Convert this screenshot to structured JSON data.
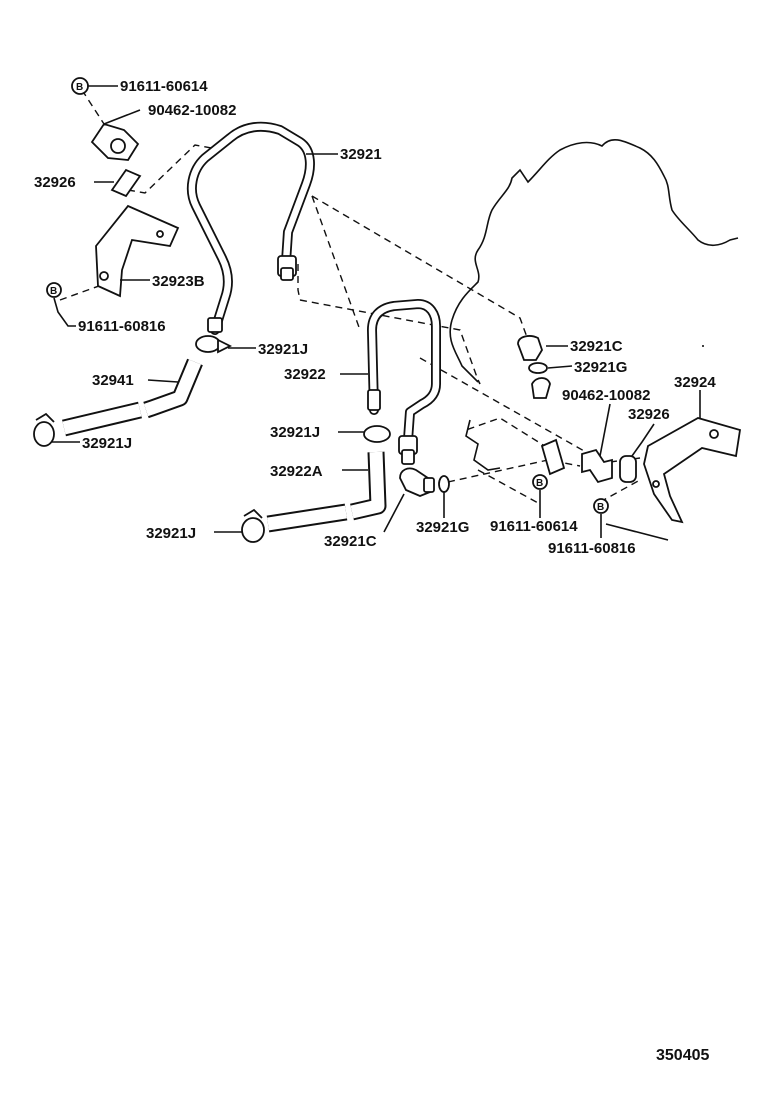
{
  "figure_code": "350405",
  "labels": {
    "bolt_top": "91611-60614",
    "clamp_top": "90462-10082",
    "pipe_main": "32921",
    "sleeve_left": "32926",
    "bracket_b": "32923B",
    "bolt_left": "91611-60816",
    "clamp_j_upper": "32921J",
    "hose_32941": "32941",
    "pipe_32922": "32922",
    "clamp_j_left": "32921J",
    "clamp_j_middle": "32921J",
    "hose_32922a": "32922A",
    "clamp_j_lower": "32921J",
    "union_c_lower": "32921C",
    "gasket_g_lower": "32921G",
    "union_c_right": "32921C",
    "gasket_g_right": "32921G",
    "clamp_right": "90462-10082",
    "bracket_32924": "32924",
    "sleeve_right": "32926",
    "bolt_right_upper": "91611-60614",
    "bolt_right_lower": "91611-60816"
  },
  "bolt_badge_letter": "B"
}
